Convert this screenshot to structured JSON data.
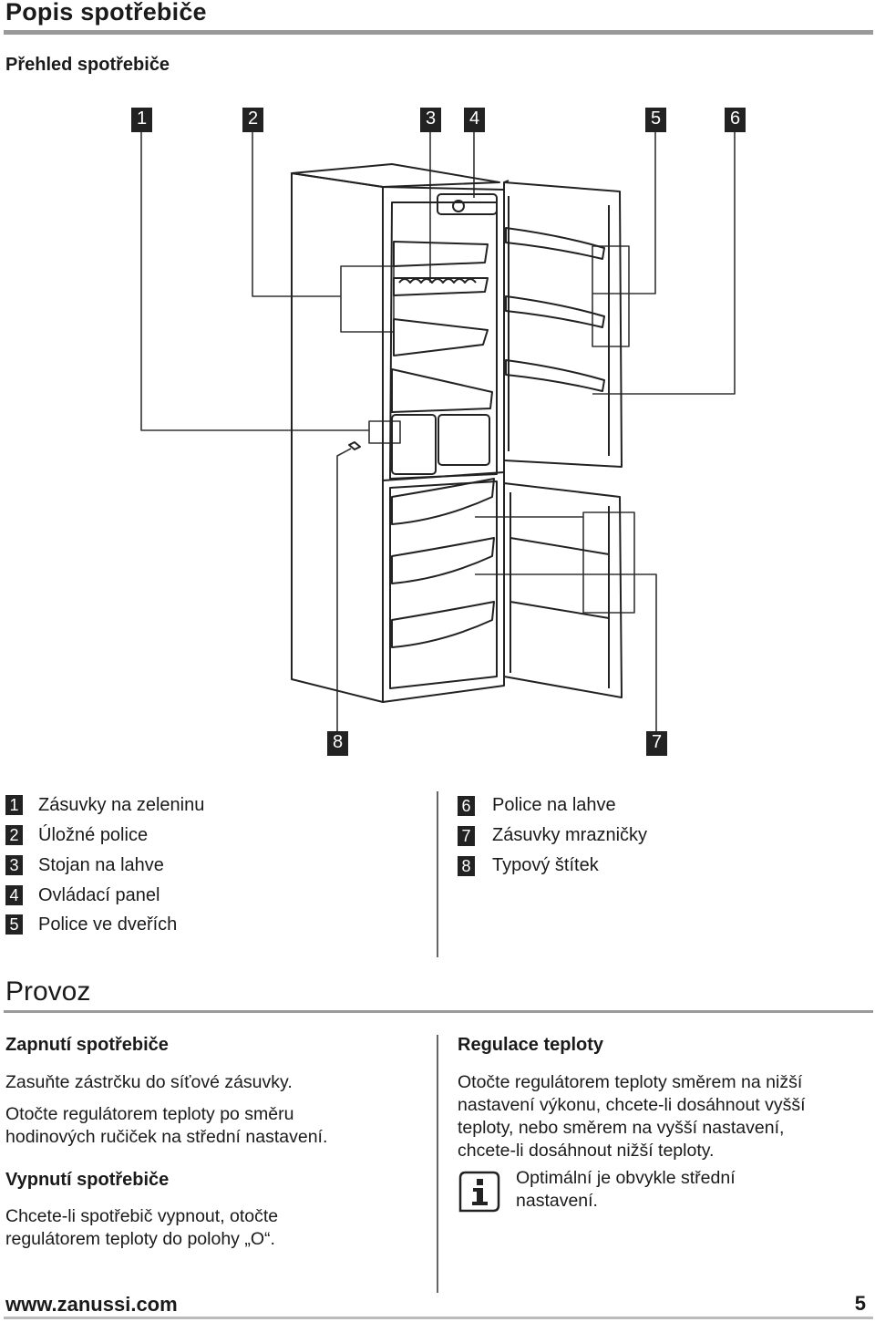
{
  "header": {
    "title": "Popis spotřebiče"
  },
  "overview": {
    "heading": "Přehled spotřebiče",
    "callouts_top": [
      "1",
      "2",
      "3",
      "4",
      "5",
      "6"
    ],
    "callouts_bottom": [
      "8",
      "7"
    ]
  },
  "legend": {
    "left": [
      {
        "num": "1",
        "label": "Zásuvky na zeleninu"
      },
      {
        "num": "2",
        "label": "Úložné police"
      },
      {
        "num": "3",
        "label": "Stojan na lahve"
      },
      {
        "num": "4",
        "label": "Ovládací panel"
      },
      {
        "num": "5",
        "label": "Police ve dveřích"
      }
    ],
    "right": [
      {
        "num": "6",
        "label": "Police na lahve"
      },
      {
        "num": "7",
        "label": "Zásuvky mrazničky"
      },
      {
        "num": "8",
        "label": "Typový štítek"
      }
    ]
  },
  "operation": {
    "heading": "Provoz",
    "switch_on": {
      "heading": "Zapnutí spotřebiče",
      "p1": "Zasuňte zástrčku do síťové zásuvky.",
      "p2_line1": "Otočte regulátorem teploty po směru",
      "p2_line2": "hodinových ručiček na střední nastavení."
    },
    "switch_off": {
      "heading": "Vypnutí spotřebiče",
      "p_line1": "Chcete-li spotřebič vypnout, otočte",
      "p_line2": "regulátorem teploty do polohy „O“."
    },
    "temperature": {
      "heading": "Regulace teploty",
      "line1": "Otočte regulátorem teploty směrem na nižší",
      "line2": "nastavení výkonu, chcete-li dosáhnout vyšší",
      "line3": "teploty, nebo směrem na vyšší nastavení,",
      "line4": "chcete-li dosáhnout nižší teploty.",
      "note_line1": "Optimální je obvykle střední",
      "note_line2": "nastavení."
    }
  },
  "footer": {
    "url": "www.zanussi.com",
    "page": "5"
  }
}
